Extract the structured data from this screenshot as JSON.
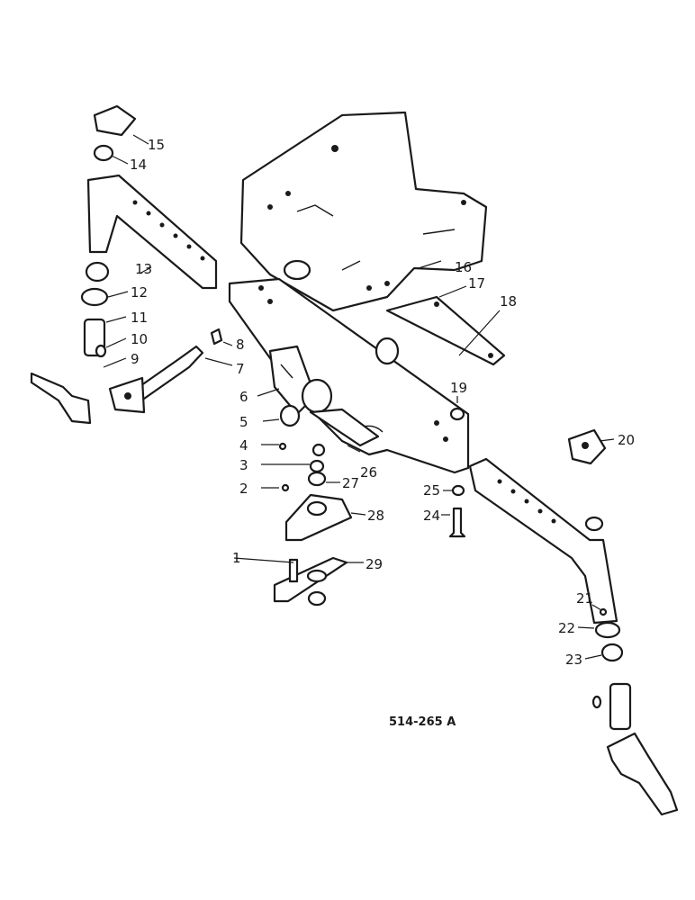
{
  "diagram": {
    "reference_code": "514-265 A",
    "callouts": [
      "1",
      "2",
      "3",
      "4",
      "5",
      "6",
      "7",
      "8",
      "9",
      "10",
      "11",
      "12",
      "13",
      "14",
      "15",
      "16",
      "17",
      "18",
      "19",
      "20",
      "21",
      "22",
      "23",
      "24",
      "25",
      "26",
      "27",
      "28",
      "29"
    ]
  }
}
